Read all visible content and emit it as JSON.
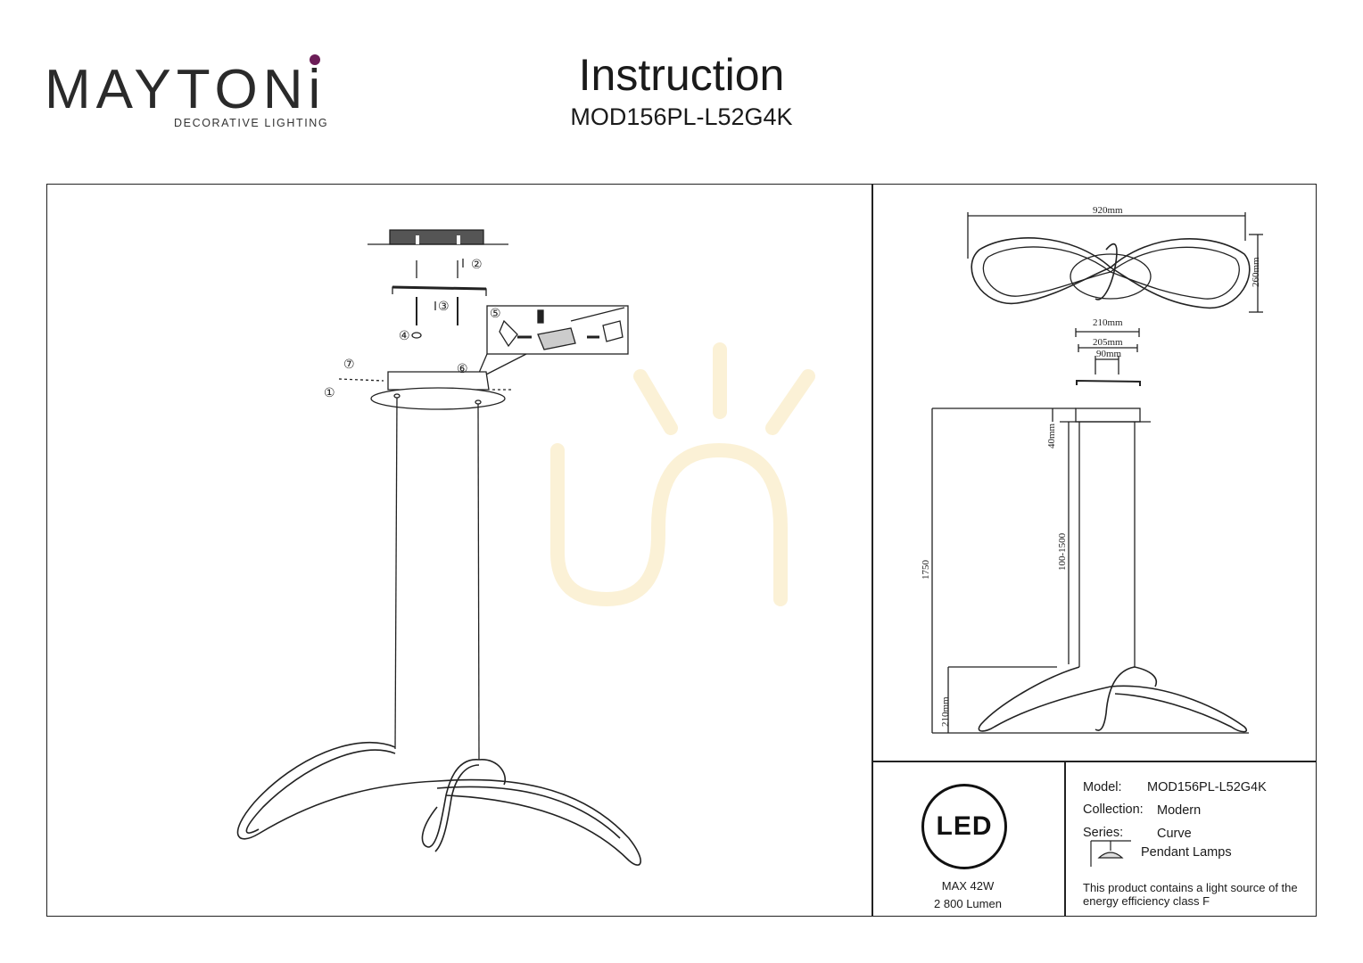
{
  "brand": {
    "logo_text": "MAYTONi",
    "tagline": "DECORATIVE LIGHTING"
  },
  "header": {
    "title": "Instruction",
    "model": "MOD156PL-L52G4K"
  },
  "assembly_steps": {
    "step1": "①",
    "step2": "②",
    "step3": "③",
    "step4": "④",
    "step5": "⑤",
    "step6": "⑥",
    "step7": "⑦"
  },
  "dimensions": {
    "width": "920mm",
    "depth": "260mm",
    "canopy": "210mm",
    "bracket": "205mm",
    "mount_spacing": "90mm",
    "canopy_height": "40mm",
    "total_height": "1750",
    "cable_length": "100-1500",
    "body_height": "210mm"
  },
  "led_block": {
    "badge": "LED",
    "power": "MAX 42W",
    "lumen": "2 800 Lumen"
  },
  "specs": {
    "model_label": "Model:",
    "model_value": "MOD156PL-L52G4K",
    "collection_label": "Collection:",
    "collection_value": "Modern",
    "series_label": "Series:",
    "series_value": "Curve",
    "type_value": "Pendant Lamps",
    "energy_note": "This product contains a light source of the energy efficiency class F"
  },
  "colors": {
    "brand_accent": "#6c1d57",
    "watermark": "#fdf3d8",
    "line": "#222222"
  }
}
